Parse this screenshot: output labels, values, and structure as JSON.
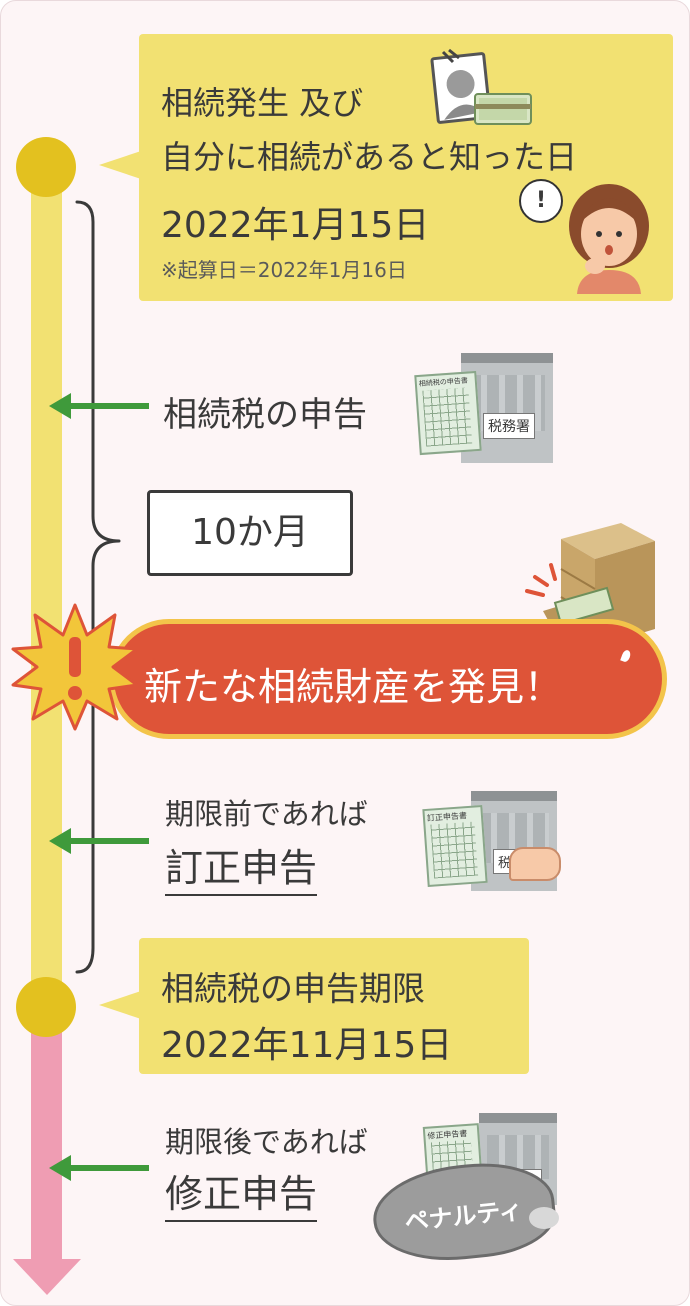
{
  "event1": {
    "line1": "相続発生 及び",
    "line2": "自分に相続があると知った日",
    "date": "2022年1月15日",
    "note": "※起算日＝2022年1月16日"
  },
  "tax_return": {
    "label": "相続税の申告"
  },
  "period": {
    "label": "10か月"
  },
  "discovery": {
    "label": "新たな相続財産を発見！"
  },
  "before_deadline": {
    "condition": "期限前であれば",
    "action": "訂正申告"
  },
  "deadline": {
    "line1": "相続税の申告期限",
    "date": "2022年11月15日"
  },
  "after_deadline": {
    "condition": "期限後であれば",
    "action": "修正申告",
    "penalty": "ペナルティ"
  },
  "icons": {
    "tax_office_sign": "税務署",
    "tax_form_title": "相続税の申告書",
    "correction_form_title": "訂正申告書",
    "amendment_form_title": "修正申告書",
    "exclamation": "!"
  },
  "colors": {
    "timeline_yellow": "#f2e172",
    "timeline_pink": "#ef9db3",
    "milestone_dot": "#e3c11f",
    "arrow_green": "#3f9a3b",
    "alert_red": "#de5438",
    "alert_border": "#f3c44a",
    "starburst": "#f2c63a"
  }
}
